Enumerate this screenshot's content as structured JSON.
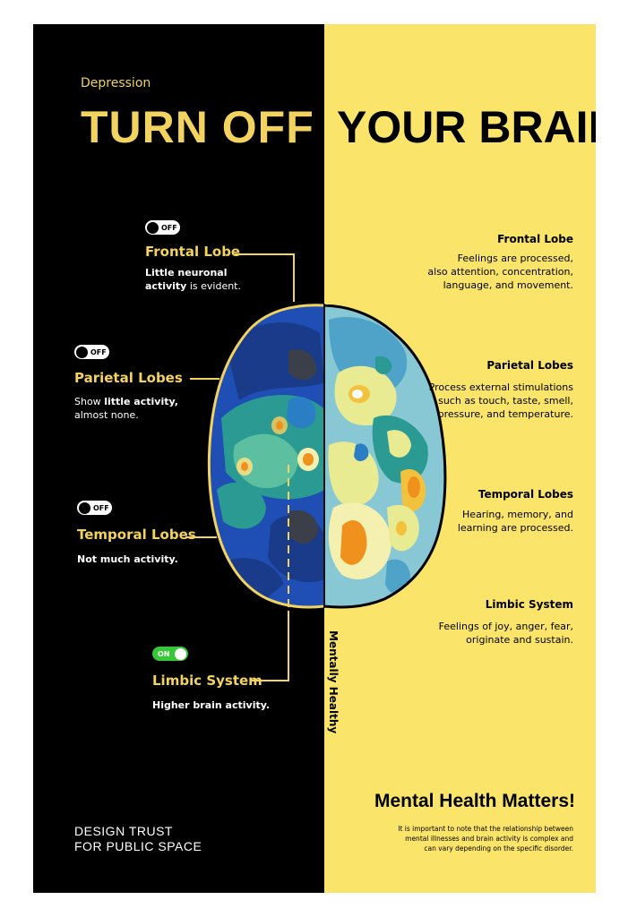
{
  "header": {
    "subtitle": "Depression",
    "title_left": "TURN OFF",
    "title_right": "YOUR BRAIN"
  },
  "left_panel": {
    "frontal": {
      "toggle": "OFF",
      "title": "Frontal Lobe",
      "desc_bold_1": "Little neuronal",
      "desc_bold_2": "activity",
      "desc_rest": " is evident."
    },
    "parietal": {
      "toggle": "OFF",
      "title": "Parietal Lobes",
      "desc_pre": "Show ",
      "desc_bold": "little activity,",
      "desc_rest": "almost none."
    },
    "temporal": {
      "toggle": "OFF",
      "title": "Temporal Lobes",
      "desc": "Not much activity."
    },
    "limbic": {
      "toggle": "ON",
      "title": "Limbic System",
      "desc": "Higher brain activity."
    }
  },
  "right_panel": {
    "frontal": {
      "title": "Frontal Lobe",
      "lines": [
        "Feelings are processed,",
        "also attention, concentration,",
        "language, and movement."
      ]
    },
    "parietal": {
      "title": "Parietal Lobes",
      "lines": [
        "Process external stimulations",
        "such as touch, taste, smell,",
        "pressure, and temperature."
      ]
    },
    "temporal": {
      "title": "Temporal Lobes",
      "lines": [
        "Hearing, memory, and",
        "learning are processed."
      ]
    },
    "limbic": {
      "title": "Limbic System",
      "lines": [
        "Feelings of joy, anger, fear,",
        "originate and sustain."
      ]
    }
  },
  "vertical_label": "Mentally Healthy",
  "footer": {
    "brand_line_1": "DESIGN TRUST",
    "brand_line_2": "FOR PUBLIC SPACE",
    "matters": "Mental Health Matters!",
    "note_lines": [
      "It is important to note that the relationship between",
      "mental illnesses and brain activity is complex and",
      "can vary depending on the specific disorder."
    ]
  },
  "colors": {
    "left_bg": "#000000",
    "right_bg": "#fae46a",
    "accent_yellow": "#f2d35f",
    "toggle_on": "#37c837",
    "brain_blue": "#1f4fb5",
    "brain_teal": "#2a9a92",
    "brain_orange": "#f0901d"
  }
}
